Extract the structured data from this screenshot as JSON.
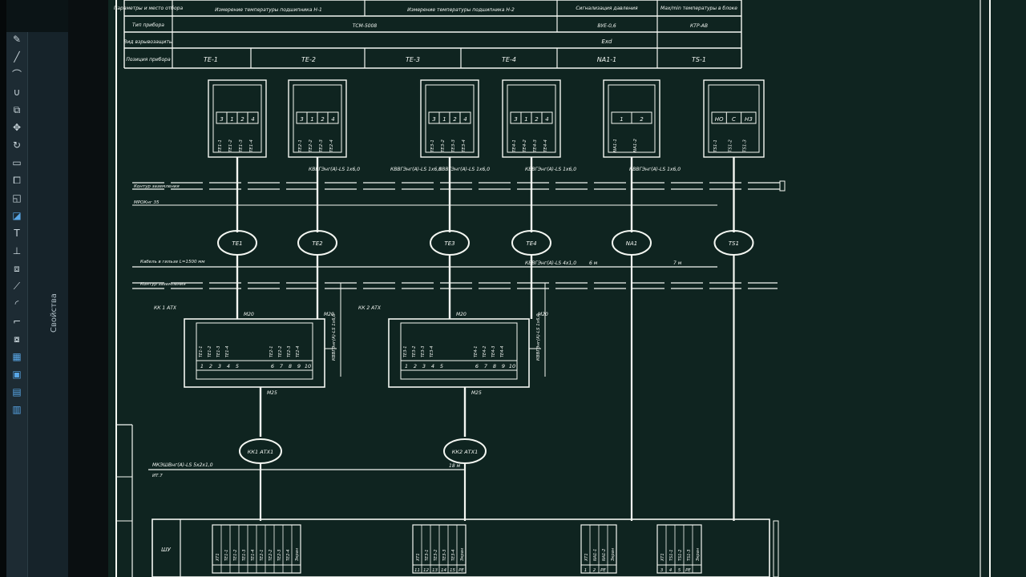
{
  "app": {
    "panel_label": "Свойства"
  },
  "header_table": {
    "row1": [
      "Параметры и место отбора",
      "Измерение температуры подшипника Н-1",
      "Измерение температуры подшипника Н-2",
      "Сигнализация давления",
      "Max/min температуры в блоке"
    ],
    "row2": [
      "Тип прибора",
      "ТСМ-5008",
      "ВУЕ-0,6",
      "КТР-АВ"
    ],
    "row3": [
      "Вид взрывозащиты",
      "Exd"
    ],
    "row4": [
      "Позиция прибора",
      "TE-1",
      "TE-2",
      "TE-3",
      "TE-4",
      "NA1-1",
      "TS-1"
    ]
  },
  "devices": [
    {
      "pos": "TE-1",
      "terminals": [
        "3",
        "1",
        "2",
        "4"
      ],
      "leads": [
        "TE1-1",
        "TE1-2",
        "TE1-3",
        "TE1-4"
      ]
    },
    {
      "pos": "TE-2",
      "terminals": [
        "3",
        "1",
        "2",
        "4"
      ],
      "leads": [
        "TE2-1",
        "TE2-2",
        "TE2-3",
        "TE2-4"
      ]
    },
    {
      "pos": "TE-3",
      "terminals": [
        "3",
        "1",
        "2",
        "4"
      ],
      "leads": [
        "TE3-1",
        "TE3-2",
        "TE3-3",
        "TE3-4"
      ]
    },
    {
      "pos": "TE-4",
      "terminals": [
        "3",
        "1",
        "2",
        "4"
      ],
      "leads": [
        "TE4-1",
        "TE4-2",
        "TE4-3",
        "TE4-4"
      ]
    },
    {
      "pos": "NA1-1",
      "terminals": [
        "1",
        "2"
      ],
      "leads": [
        "NA1-1",
        "NA1-2"
      ]
    },
    {
      "pos": "TS-1",
      "terminals": [
        "НО",
        "С",
        "НЗ"
      ],
      "leads": [
        "TS1-1",
        "TS1-2",
        "TS1-3"
      ]
    }
  ],
  "cable_labels": [
    "КВВГЭнг(А)-LS 1х6,0",
    "КВВГЭнг(А)-LS 1х6,0",
    "КВВГЭнг(А)-LS 1х6,0",
    "КВВГЭнг(А)-LS 1х6,0",
    "КВВГЭнг(А)-LS 1х6,0"
  ],
  "ground_labels": {
    "top1": "Контур заземления",
    "top2": "МРОКнг 35",
    "mid1": "Кабель в гильзе L=1500 мм",
    "mid2": "Контур заземления"
  },
  "instruments": [
    "TE1",
    "TE2",
    "TE3",
    "TE4",
    "NA1",
    "TS1"
  ],
  "trunk_cable": {
    "label": "КВВГЭнг(А)-LS 4х1,0",
    "len1": "6 м",
    "len2": "7 м"
  },
  "junction_boxes": [
    {
      "name": "КК 1 АТХ",
      "glands": [
        "М20",
        "М20"
      ],
      "out_gland": "М25",
      "side_cable": "КВВГЭнг(А)-LS 1х6,0",
      "left_leads": [
        "TE1-1",
        "TE1-2",
        "TE1-3",
        "TE1-4"
      ],
      "right_leads": [
        "TE2-1",
        "TE2-2",
        "TE2-3",
        "TE2-4"
      ],
      "terms": [
        "1",
        "2",
        "3",
        "4",
        "5",
        "6",
        "7",
        "8",
        "9",
        "10"
      ]
    },
    {
      "name": "КК 2 АТХ",
      "glands": [
        "М20",
        "М20"
      ],
      "out_gland": "М25",
      "side_cable": "КВВГЭнг(А)-LS 1х6,0",
      "left_leads": [
        "TE3-1",
        "TE3-2",
        "TE3-3",
        "TE3-4"
      ],
      "right_leads": [
        "TE4-1",
        "TE4-2",
        "TE4-3",
        "TE4-4"
      ],
      "terms": [
        "1",
        "2",
        "3",
        "4",
        "5",
        "6",
        "7",
        "8",
        "9",
        "10"
      ]
    }
  ],
  "box_ovals": [
    "КК1 АТХ1",
    "КК2 АТХ1"
  ],
  "bottom_cable": {
    "label": "МКЭШВнг(А)-LS 5х2х1,0",
    "sub": "ИТ.7",
    "len": "18 м"
  },
  "cabinet": {
    "label": "ШУ",
    "group1": [
      "XT1",
      "TE1-1",
      "TE1-2",
      "TE1-3",
      "TE1-4",
      "TE2-1",
      "TE2-2",
      "TE2-3",
      "TE2-4",
      "Экран"
    ],
    "group2": [
      "XT1",
      "TE3-1",
      "TE3-2",
      "TE3-3",
      "TE3-4",
      "Экран"
    ],
    "group2_nums": [
      "11",
      "12",
      "13",
      "14",
      "15",
      "PE"
    ],
    "group3": [
      "XT1",
      "NA1-1",
      "NA1-2",
      "Экран"
    ],
    "group3_nums": [
      "1",
      "2",
      "PE"
    ],
    "group4": [
      "XT1",
      "TS1-1",
      "TS1-2",
      "TS1-3",
      "Экран"
    ],
    "group4_nums": [
      "3",
      "4",
      "5",
      "PE"
    ]
  }
}
